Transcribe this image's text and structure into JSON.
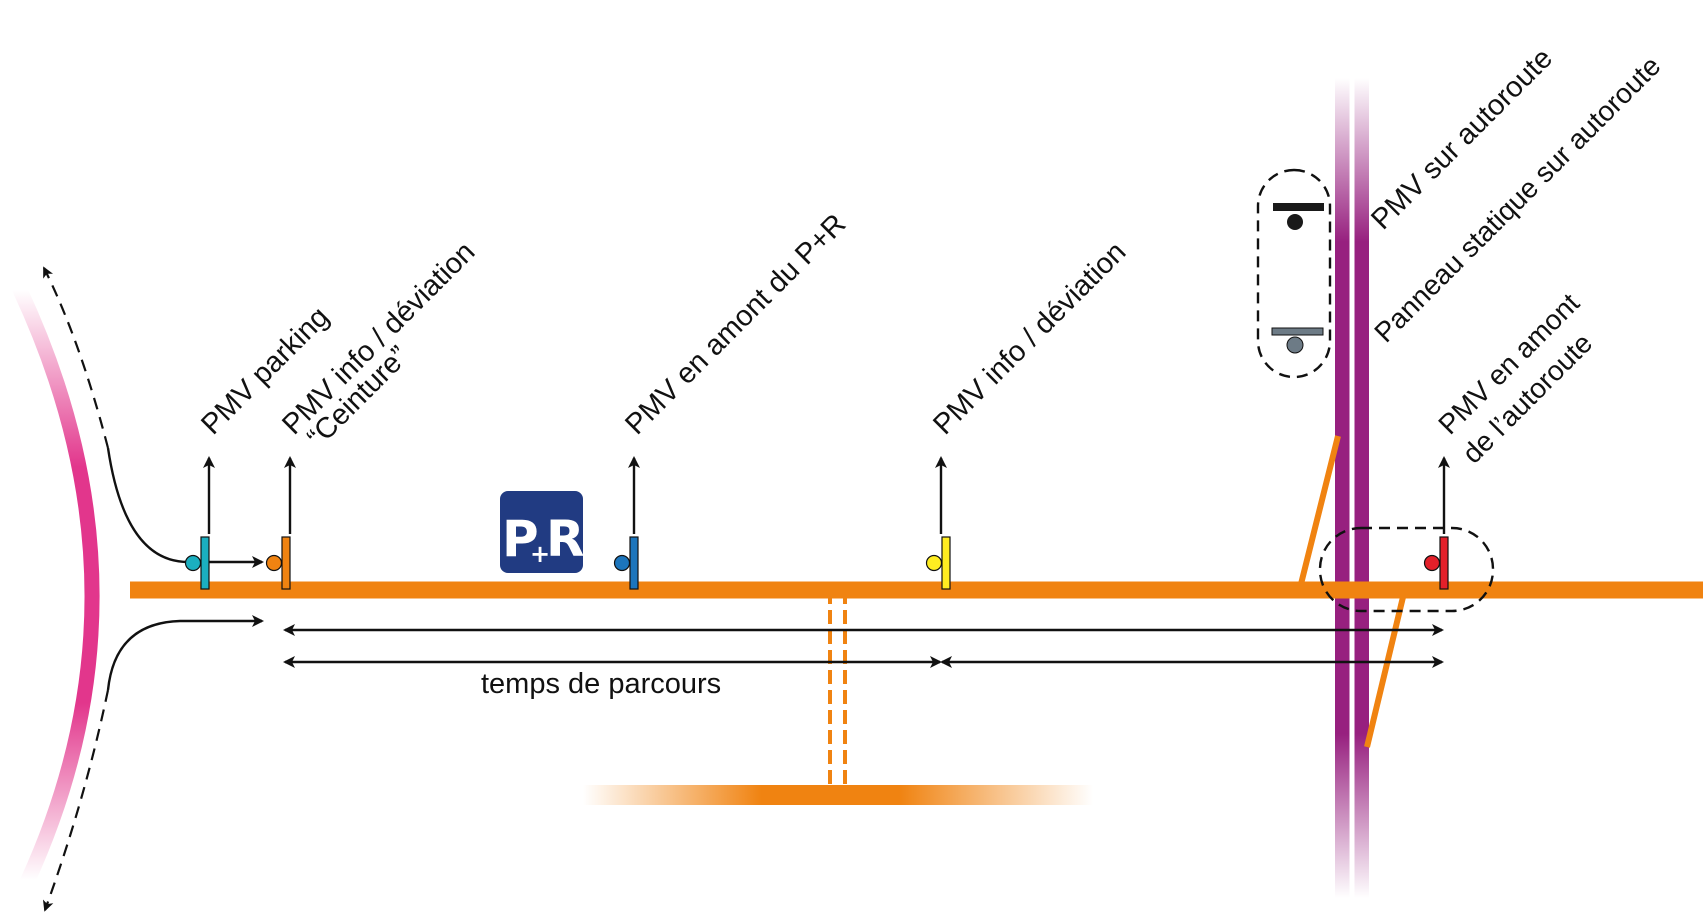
{
  "labels": {
    "pmv_parking": "PMV parking",
    "pmv_ceinture_line1": "PMV info / déviation",
    "pmv_ceinture_line2": "“Ceinture”",
    "pmv_amont_pr": "PMV en amont du P+R",
    "pmv_info_deviation": "PMV info / déviation",
    "pmv_autoroute": "PMV sur autoroute",
    "panneau_statique": "Panneau statique sur autoroute",
    "pmv_amont_autoroute_line1": "PMV en amont",
    "pmv_amont_autoroute_line2": "de l’autoroute",
    "temps_de_parcours": "temps de parcours"
  },
  "pr_sign": {
    "p": "P",
    "plus": "+",
    "r": "R"
  },
  "colors": {
    "road_main": "#F08311",
    "ring_road": "#E2368C",
    "motorway": "#97207F",
    "pr_sign_bg": "#213B82",
    "pmv_parking": "#1BAFC0",
    "pmv_ceinture": "#F08311",
    "pmv_amont_pr": "#1C75BC",
    "pmv_info_deviation": "#FFED21",
    "pmv_autoroute": "#1A1A1A",
    "panneau_statique": "#6D7B86",
    "pmv_amont_autoroute": "#E3202A",
    "arrows": "#111111"
  },
  "icons": [
    "pmv-sign-icon",
    "static-sign-icon",
    "up-arrow-icon",
    "double-arrow-icon",
    "park-and-ride-icon"
  ]
}
